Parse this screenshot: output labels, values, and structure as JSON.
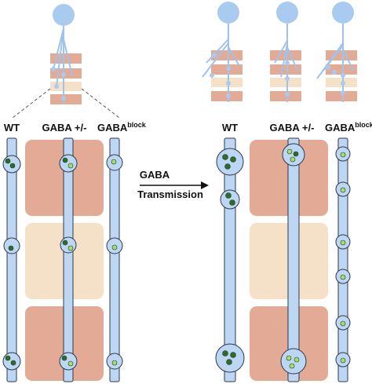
{
  "colors": {
    "neuron": "#a9cbef",
    "neuron_stroke": "#9fc3ea",
    "axon_fill": "#bcd6f3",
    "axon_stroke": "#2e3a4a",
    "layer_dark": "#e3aa95",
    "layer_light": "#f5e1c7",
    "vesicle_dark": "#2f6b2a",
    "vesicle_light": "#a6dd6b",
    "vesicle_stroke": "#1e3f1a",
    "text": "#111111"
  },
  "labels": {
    "left": {
      "wt": "WT",
      "gaba_het": "GABA +/-",
      "gaba_block_base": "GABA",
      "gaba_block_sup": "block"
    },
    "right": {
      "wt": "WT",
      "gaba_het": "GABA +/-",
      "gaba_block_base": "GABA",
      "gaba_block_sup": "block"
    },
    "arrow_top": "GABA",
    "arrow_bottom": "Transmission"
  },
  "icons": {
    "neuron": "neuron-icon",
    "arrow": "arrow-right-icon"
  }
}
